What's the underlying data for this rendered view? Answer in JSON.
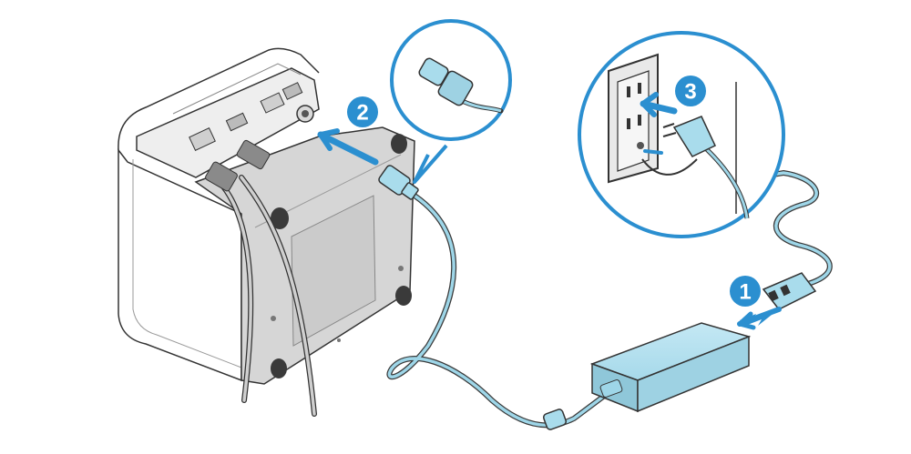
{
  "colors": {
    "accent": "#2b8fd0",
    "cable": "#9ed6e8",
    "cable_outline": "#3a3a3a",
    "adapter": "#a9dcec",
    "printer_body": "#ffffff",
    "printer_bottom": "#d6d6d6",
    "outlet_plate": "#e9e9e9"
  },
  "steps": [
    {
      "label": "1",
      "target": "ac-adapter-inlet"
    },
    {
      "label": "2",
      "target": "printer-dc-in-port"
    },
    {
      "label": "3",
      "target": "wall-outlet"
    }
  ],
  "icons": {
    "step_badge": "numbered-circle",
    "direction": "arrow-icon"
  }
}
